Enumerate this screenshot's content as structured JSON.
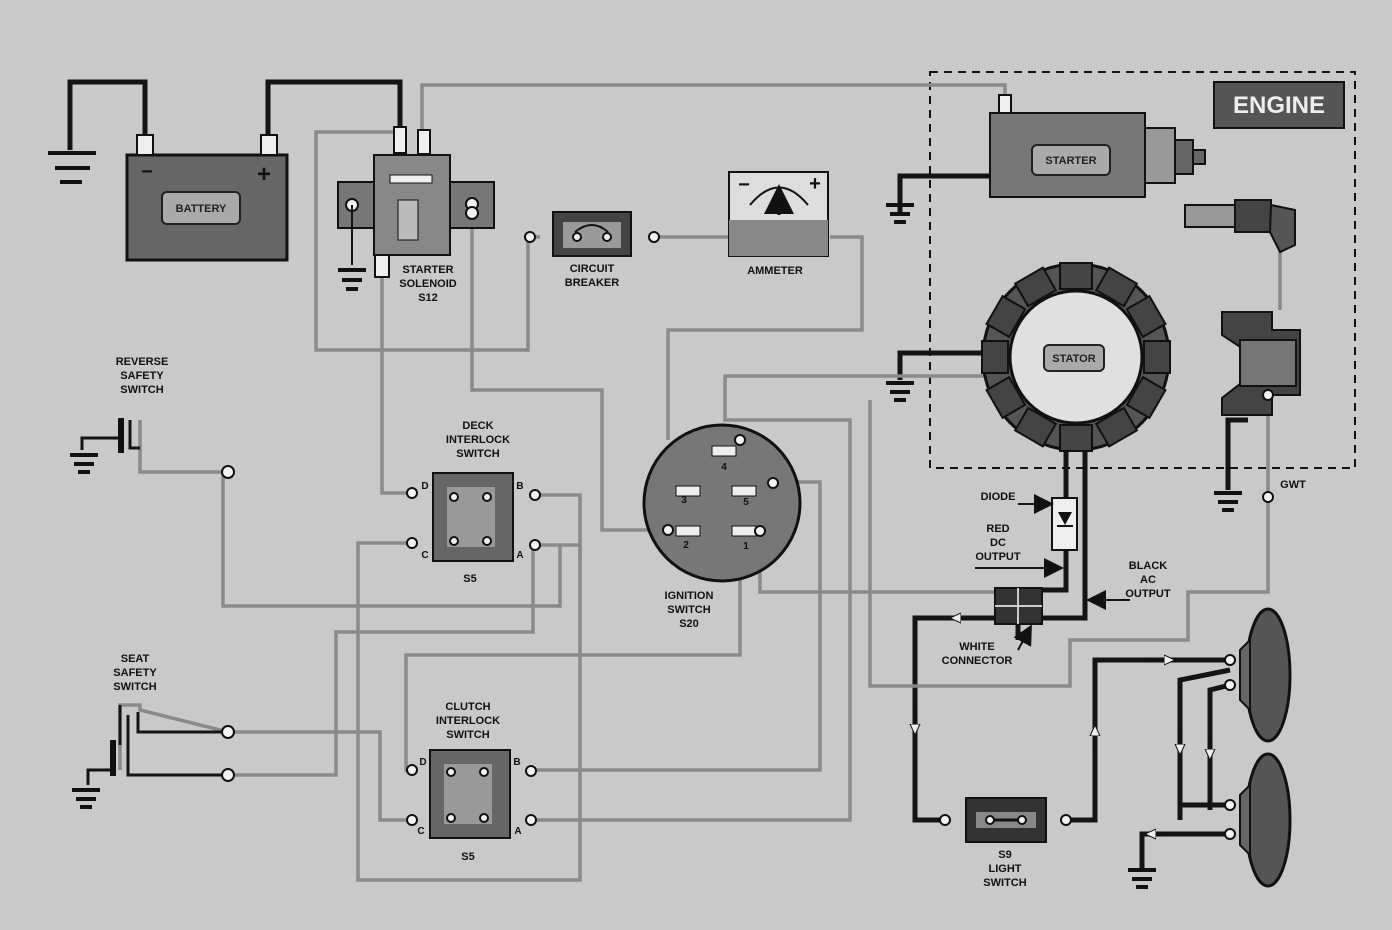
{
  "diagram": {
    "engine_label": "ENGINE",
    "battery": {
      "label": "BATTERY",
      "neg": "−",
      "pos": "+"
    },
    "starter_label": "STARTER",
    "stator_label": "STATOR",
    "solenoid": [
      "STARTER",
      "SOLENOID",
      "S12"
    ],
    "circuit_breaker": [
      "CIRCUIT",
      "BREAKER"
    ],
    "ammeter": {
      "label": "AMMETER",
      "neg": "−",
      "pos": "+"
    },
    "reverse_switch": [
      "REVERSE",
      "SAFETY",
      "SWITCH"
    ],
    "deck_switch": {
      "title": [
        "DECK",
        "INTERLOCK",
        "SWITCH"
      ],
      "id": "S5",
      "pins": [
        "D",
        "B",
        "C",
        "A"
      ]
    },
    "clutch_switch": {
      "title": [
        "CLUTCH",
        "INTERLOCK",
        "SWITCH"
      ],
      "id": "S5",
      "pins": [
        "D",
        "B",
        "C",
        "A"
      ]
    },
    "seat_switch": [
      "SEAT",
      "SAFETY",
      "SWITCH"
    ],
    "ignition": {
      "title": [
        "IGNITION",
        "SWITCH",
        "S20"
      ],
      "pins": [
        "4",
        "3",
        "5",
        "2",
        "1"
      ]
    },
    "diode_label": "DIODE",
    "red_dc": [
      "RED",
      "DC",
      "OUTPUT"
    ],
    "black_ac": [
      "BLACK",
      "AC",
      "OUTPUT"
    ],
    "white_connector": [
      "WHITE",
      "CONNECTOR"
    ],
    "gwt_label": "GWT",
    "light_switch": [
      "S9",
      "LIGHT",
      "SWITCH"
    ]
  }
}
